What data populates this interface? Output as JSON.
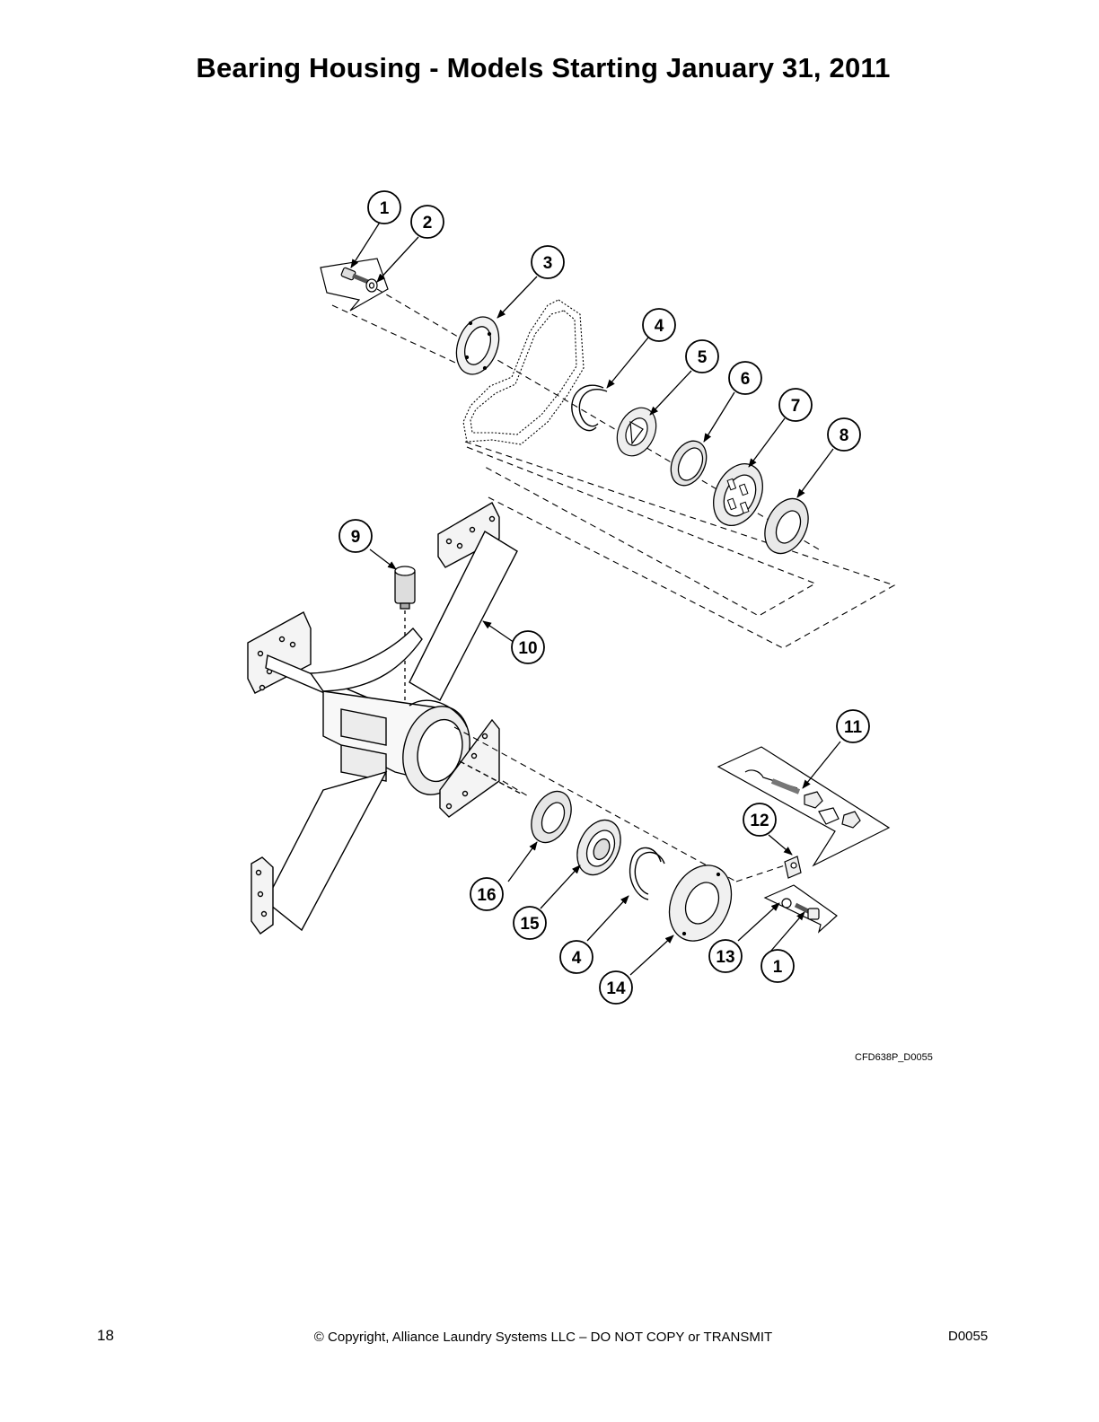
{
  "page": {
    "title": "Bearing Housing - Models Starting January 31, 2011",
    "drawing_id": "CFD638P_D0055",
    "footer": {
      "page_number": "18",
      "copyright": "© Copyright, Alliance Laundry Systems LLC – DO NOT COPY or TRANSMIT",
      "doc_code": "D0055"
    }
  },
  "callouts": {
    "c1a": "1",
    "c2": "2",
    "c3": "3",
    "c4a": "4",
    "c5": "5",
    "c6": "6",
    "c7": "7",
    "c8": "8",
    "c9": "9",
    "c10": "10",
    "c11": "11",
    "c12": "12",
    "c13": "13",
    "c1b": "1",
    "c14": "14",
    "c4b": "4",
    "c15": "15",
    "c16": "16"
  }
}
